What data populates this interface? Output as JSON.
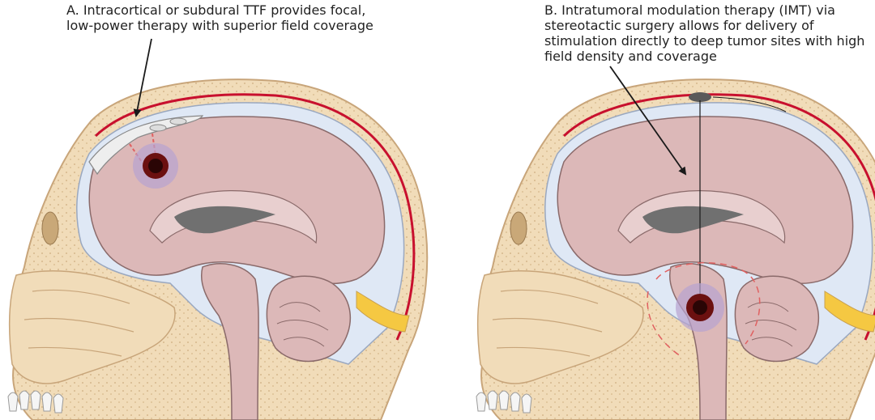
{
  "panel_a": {
    "caption_lines": [
      "A. Intracortical or subdural TTF provides focal,",
      "low-power therapy with superior field coverage"
    ]
  },
  "panel_b": {
    "caption_lines": [
      "B. Intratumoral modulation therapy (IMT) via",
      "stereotactic surgery allows for delivery of",
      "stimulation directly to deep tumor sites with high",
      "field density and coverage"
    ]
  },
  "colors": {
    "skull": "#f1dcb9",
    "skull_outline": "#c8a57a",
    "dura": "#c8102e",
    "csf": "#dfe8f5",
    "brain": "#dcb8b8",
    "brain_outline": "#8a6a6a",
    "ventricle": "#707070",
    "tumor": "#6b1010",
    "tumor_halo": "#b7a3d0",
    "electrode": "#5a5a5a",
    "field_dash": "#e06060"
  },
  "icons": {
    "pointer_a": "arrow-icon",
    "pointer_b": "arrow-icon"
  }
}
